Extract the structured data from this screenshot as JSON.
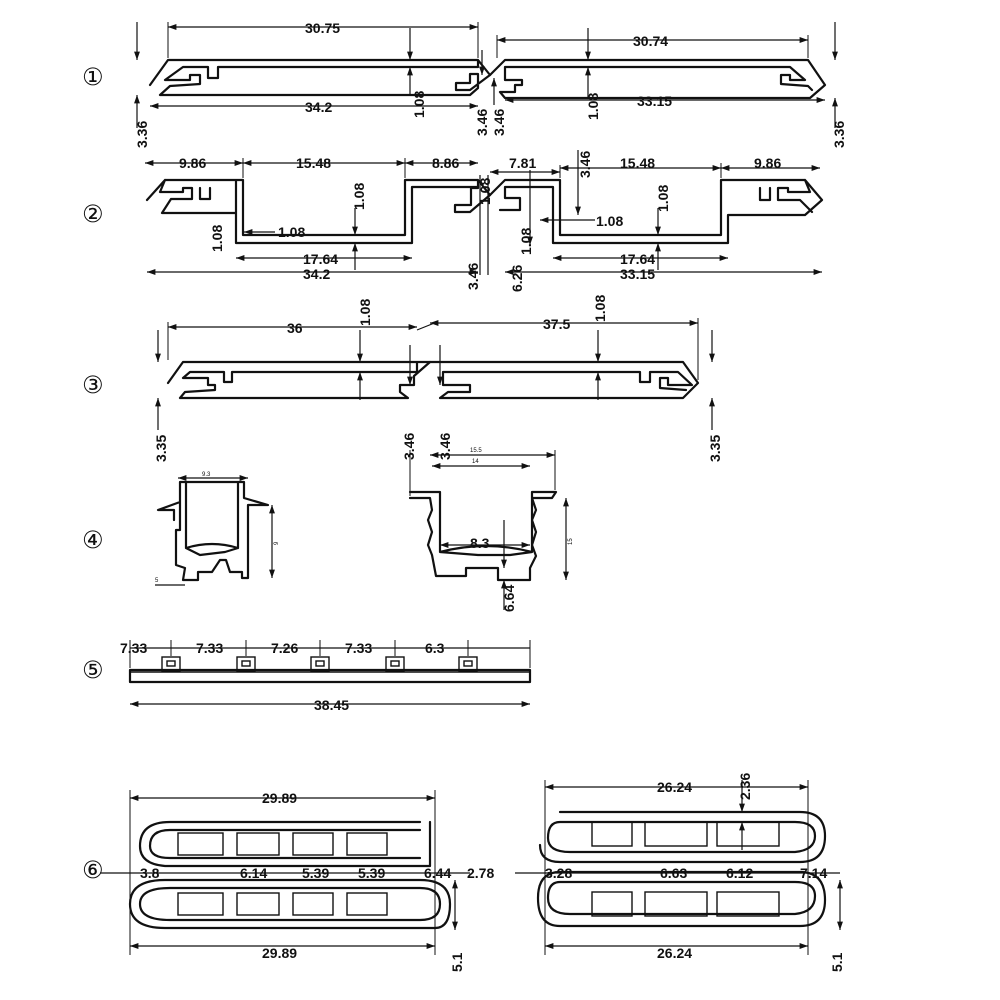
{
  "markers": [
    "①",
    "②",
    "③",
    "④",
    "⑤",
    "⑥"
  ],
  "dims": {
    "r1": [
      "30.75",
      "30.74",
      "1.08",
      "3.46",
      "3.46",
      "1.08",
      "34.2",
      "33.15",
      "3.36",
      "3.36"
    ],
    "r2": [
      "9.86",
      "15.48",
      "8.86",
      "7.81",
      "3.46",
      "15.48",
      "9.86",
      "1.08",
      "1.08",
      "1.08",
      "1.08",
      "1.08",
      "1.08",
      "1.08",
      "17.64",
      "17.64",
      "34.2",
      "33.15",
      "3.46",
      "6.26"
    ],
    "r3": [
      "36",
      "1.08",
      "37.5",
      "1.08",
      "3.35",
      "3.46",
      "3.46",
      "3.35"
    ],
    "r4": [
      "9.3",
      "9",
      "5",
      "15.5",
      "14",
      "15",
      "8.3",
      "6.64"
    ],
    "r5": [
      "7.33",
      "7.33",
      "7.26",
      "7.33",
      "6.3",
      "38.45"
    ],
    "r6": [
      "29.89",
      "3.8",
      "6.14",
      "5.39",
      "5.39",
      "6.44",
      "2.78",
      "29.89",
      "5.1",
      "26.24",
      "2.36",
      "3.28",
      "6.63",
      "6.12",
      "7.14",
      "26.24",
      "5.1"
    ]
  }
}
